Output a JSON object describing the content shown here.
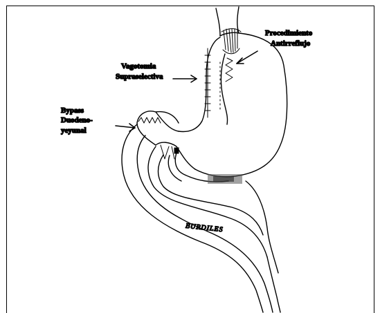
{
  "figure": {
    "labels": {
      "antireflux": [
        "Procedimiento",
        "Antirreflujo"
      ],
      "vagotomy": [
        "Vagotomia",
        "Supraselectiva"
      ],
      "bypass": [
        "Bypass",
        "Duodeno-",
        "yeyunal"
      ]
    },
    "signature": "BURDILES"
  }
}
